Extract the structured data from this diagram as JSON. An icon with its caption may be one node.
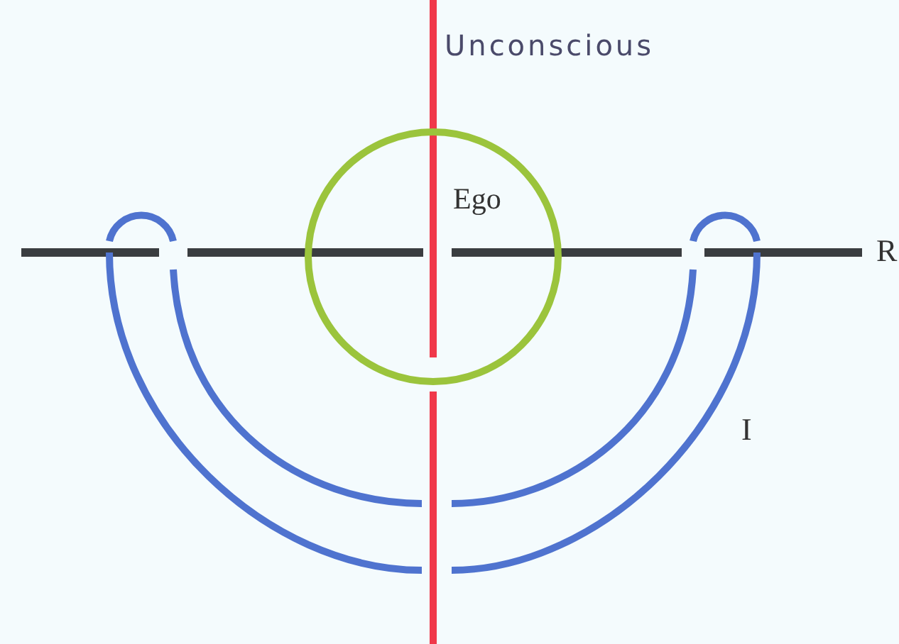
{
  "diagram": {
    "nodes": [
      {
        "text": [
          "Ego"
        ]
      }
    ],
    "labels": [
      "Unconscious",
      "R",
      "I"
    ]
  }
}
